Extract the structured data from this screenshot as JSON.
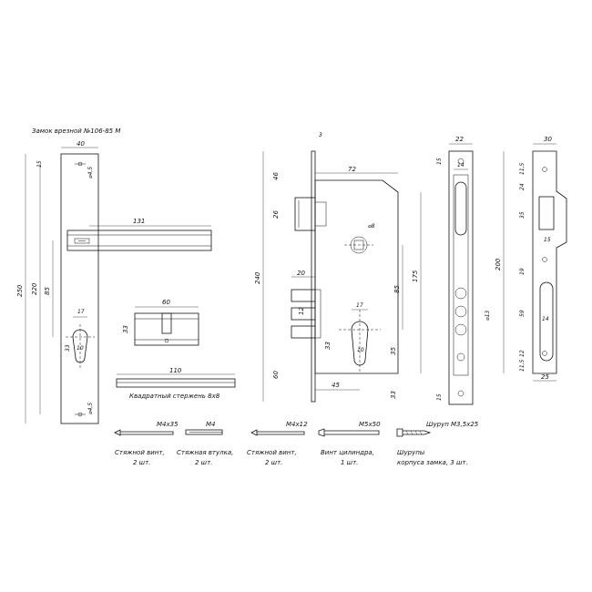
{
  "title": "Замок врезной №106-85 М",
  "handle": {
    "dims": {
      "width": "40",
      "height": "250",
      "h220": "220",
      "h85": "85",
      "top15": "15",
      "d45_top": "⌀4,5",
      "d45_bottom": "⌀4,5",
      "lever": "131",
      "d17": "17",
      "d10": "10",
      "d33": "33"
    }
  },
  "cylinder": {
    "dims": {
      "w60": "60",
      "h33": "33"
    }
  },
  "spindle": {
    "dim": "110",
    "label": "Квадратный стержень 8х8"
  },
  "lock_body": {
    "dims": {
      "d3": "3",
      "d72": "72",
      "d46": "46",
      "d26": "26",
      "d8": "⌀8",
      "d240": "240",
      "d20": "20",
      "d12": "12",
      "d85": "85",
      "d175": "175",
      "d17": "17",
      "d33": "33",
      "d10": "10",
      "d35": "35",
      "d60": "60",
      "d45": "45",
      "d33b": "33"
    }
  },
  "side_view": {
    "dims": {
      "d22": "22",
      "d14": "14",
      "d15_top": "15",
      "d15_bottom": "15",
      "d13": "⌀13"
    }
  },
  "strike_plate": {
    "dims": {
      "d30": "30",
      "d11_5_top": "11,5",
      "d24": "24",
      "d35": "35",
      "d15": "15",
      "d200": "200",
      "d19": "19",
      "d59": "59",
      "d14": "14",
      "d12": "12",
      "d11_5_bottom": "11,5",
      "d25": "25"
    }
  },
  "hardware": [
    {
      "size": "М4х35",
      "label": "Стяжной винт,",
      "qty": "2 шт."
    },
    {
      "size": "М4",
      "label": "Стяжная втулка,",
      "qty": "2 шт."
    },
    {
      "size": "М4х12",
      "label": "Стяжной винт,",
      "qty": "2 шт."
    },
    {
      "size": "М5х50",
      "label": "Винт цилиндра,",
      "qty": "1 шт."
    },
    {
      "size": "Шуруп М3,5х25",
      "label": "Шурупы",
      "qty": "корпуса замка, 3 шт."
    }
  ]
}
